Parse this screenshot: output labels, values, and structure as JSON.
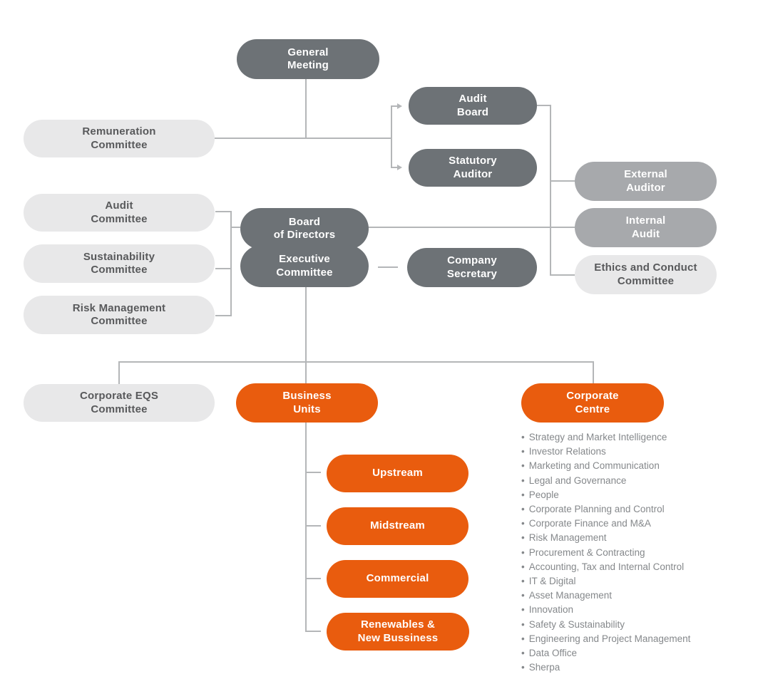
{
  "palette": {
    "dark_pill": "#6d7276",
    "medium_pill": "#a7a9ac",
    "light_pill": "#e8e8e9",
    "orange_pill": "#e95c0e",
    "connector_line": "#b4b6b8",
    "dark_text": "#58595b",
    "light_text": "#ffffff",
    "list_text": "#85888b"
  },
  "nodes": {
    "general_meeting": "General\nMeeting",
    "remuneration_committee": "Remuneration\nCommittee",
    "audit_board": "Audit\nBoard",
    "statutory_auditor": "Statutory\nAuditor",
    "audit_committee": "Audit\nCommittee",
    "sustainability_committee": "Sustainability\nCommittee",
    "risk_management_committee": "Risk Management\nCommittee",
    "board_of_directors": "Board\nof Directors",
    "executive_committee": "Executive\nCommittee",
    "company_secretary": "Company\nSecretary",
    "external_auditor": "External\nAuditor",
    "internal_audit": "Internal\nAudit",
    "ethics_and_conduct_committee": "Ethics and Conduct\nCommittee",
    "corporate_eqs_committee": "Corporate EQS\nCommittee",
    "business_units": "Business\nUnits",
    "corporate_centre": "Corporate\nCentre",
    "upstream": "Upstream",
    "midstream": "Midstream",
    "commercial": "Commercial",
    "renewables_new_bussiness": "Renewables &\nNew Bussiness"
  },
  "corporate_centre_departments": [
    "Strategy and Market Intelligence",
    "Investor Relations",
    "Marketing and Communication",
    "Legal and Governance",
    "People",
    "Corporate Planning and Control",
    "Corporate Finance and M&A",
    "Risk Management",
    "Procurement & Contracting",
    "Accounting, Tax and Internal Control",
    "IT & Digital",
    "Asset Management",
    "Innovation",
    "Safety & Sustainability",
    "Engineering and Project Management",
    "Data Office",
    "Sherpa"
  ]
}
